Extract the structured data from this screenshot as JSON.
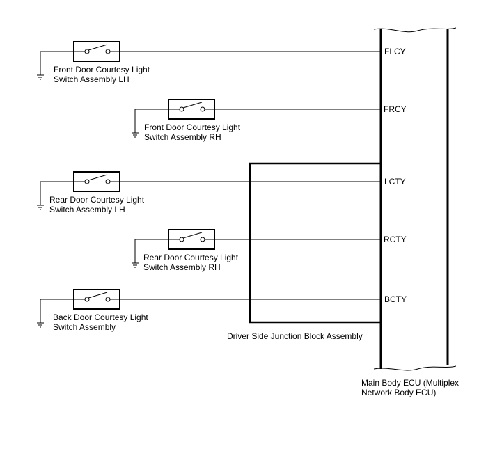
{
  "connectors": [
    {
      "pin": "FLCY",
      "label_line1": "Front Door Courtesy Light",
      "label_line2": "Switch Assembly LH"
    },
    {
      "pin": "FRCY",
      "label_line1": "Front Door Courtesy Light",
      "label_line2": "Switch Assembly RH"
    },
    {
      "pin": "LCTY",
      "label_line1": "Rear Door Courtesy Light",
      "label_line2": "Switch Assembly LH"
    },
    {
      "pin": "RCTY",
      "label_line1": "Rear Door Courtesy Light",
      "label_line2": "Switch Assembly RH"
    },
    {
      "pin": "BCTY",
      "label_line1": "Back Door Courtesy Light",
      "label_line2": "Switch Assembly"
    }
  ],
  "junction_block": {
    "label": "Driver Side Junction Block Assembly"
  },
  "ecu": {
    "label_line1": "Main Body ECU (Multiplex",
    "label_line2": "Network Body ECU)"
  }
}
